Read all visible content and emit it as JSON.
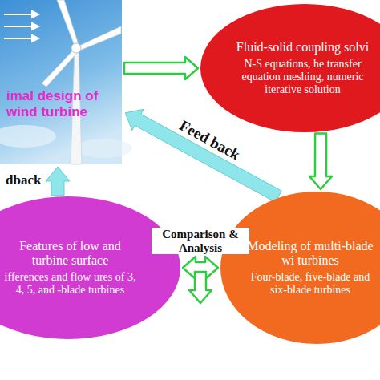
{
  "diagram": {
    "nodes": [
      {
        "text": [
          "imal design of wind turbine"
        ]
      },
      {
        "text": [
          "Fluid-solid coupling solvi",
          "N-S equations, he transfer equation meshing, numeric iterative solution"
        ]
      },
      {
        "text": [
          "Features of low and turbine surface",
          "ifferences and flow ures of 3, 4, 5, and -blade turbines"
        ]
      },
      {
        "text": [
          "Modeling of multi-blade wi turbines",
          "Four-blade, five-blade and six-blade turbines"
        ]
      }
    ],
    "edges": [
      {
        "from": 0,
        "to": 1,
        "arrow": "to"
      },
      {
        "from": 1,
        "to": 3,
        "arrow": "to"
      },
      {
        "from": 3,
        "to": 0,
        "label": "Feed back",
        "arrow": "to"
      },
      {
        "from": 2,
        "to": 0,
        "label": "dback",
        "arrow": "to"
      },
      {
        "from": 2,
        "to": 3,
        "label": "Comparison & Analysis",
        "arrow": "both"
      }
    ]
  }
}
